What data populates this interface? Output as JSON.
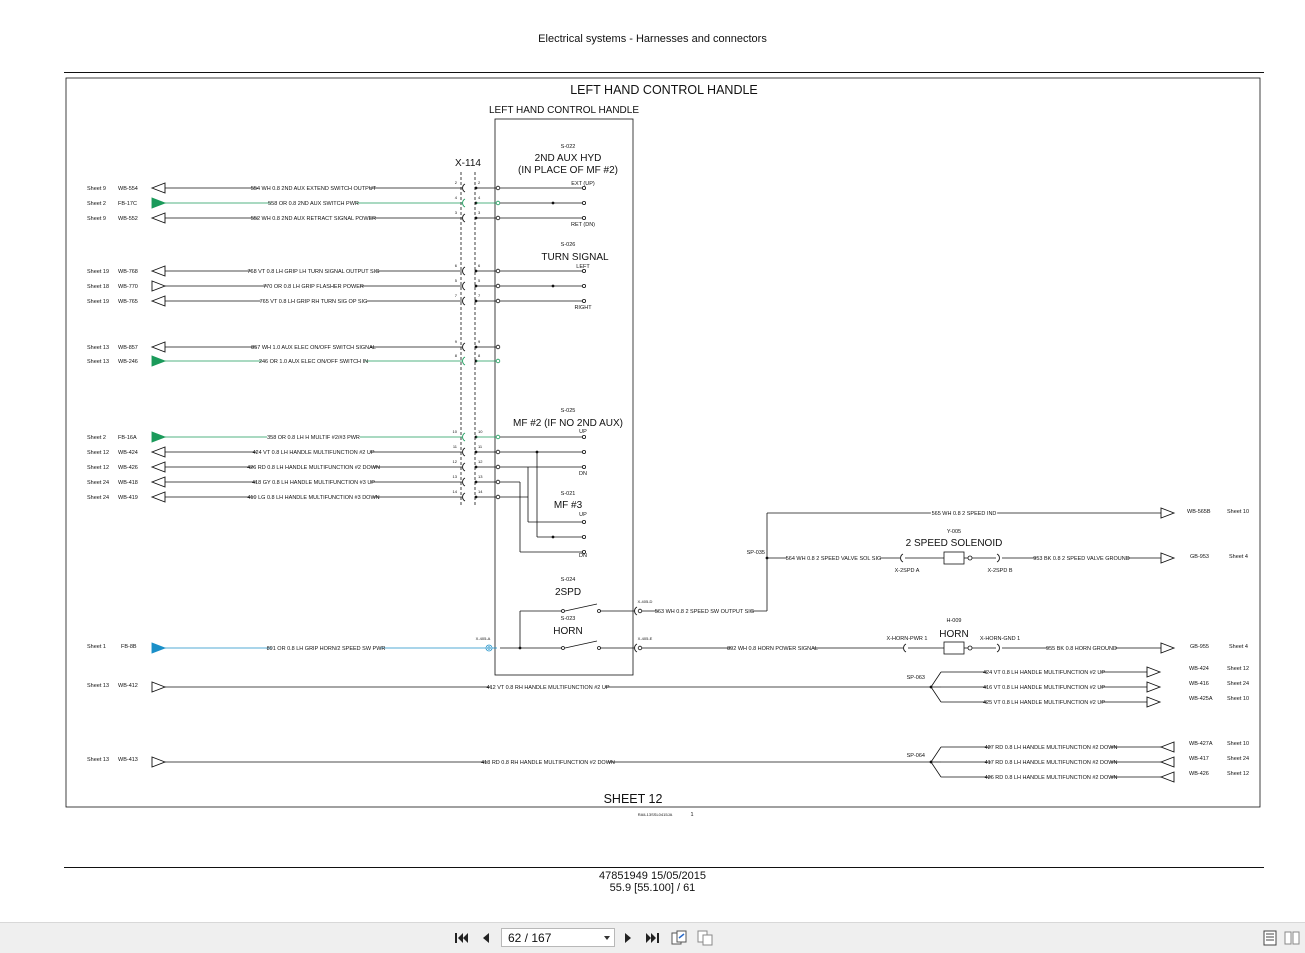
{
  "header": {
    "title": "Electrical systems - Harnesses and connectors"
  },
  "diagram": {
    "title": "LEFT HAND CONTROL HANDLE",
    "box_title": "LEFT HAND CONTROL HANDLE",
    "sheet": "SHEET 12",
    "drawing_code": "RAIL13SSL0415JA",
    "drawing_rev": "1",
    "connector": "X-114",
    "switches": [
      {
        "id": "S-022",
        "name1": "2ND AUX HYD",
        "name2": "(IN PLACE OF MF #2)",
        "labels": [
          "EXT (UP)",
          "RET (DN)"
        ]
      },
      {
        "id": "S-026",
        "name1": "TURN SIGNAL",
        "labels": [
          "LEFT",
          "RIGHT"
        ]
      },
      {
        "id": "S-025",
        "name1": "MF #2 (IF NO 2ND AUX)",
        "labels": [
          "UP",
          "DN"
        ]
      },
      {
        "id": "S-021",
        "name1": "MF #3",
        "labels": [
          "UP",
          "DN"
        ]
      },
      {
        "id": "S-024",
        "name1": "2SPD"
      },
      {
        "id": "S-023",
        "name1": "HORN"
      }
    ],
    "left_wires": [
      {
        "sheet": "Sheet 9",
        "ref": "WB-554",
        "label": "554 WH 0.8 2ND AUX EXTEND SWITCH OUTPUT",
        "pins": [
          "2",
          "2"
        ],
        "color": "#111",
        "arrow": "out"
      },
      {
        "sheet": "Sheet 2",
        "ref": "FB-17C",
        "label": "558 OR 0.8 2ND AUX SWITCH PWR",
        "pins": [
          "4",
          "4"
        ],
        "color": "#1a9a5a",
        "arrow": "in"
      },
      {
        "sheet": "Sheet 9",
        "ref": "WB-552",
        "label": "552 WH 0.8 2ND AUX RETRACT SIGNAL POWER",
        "pins": [
          "3",
          "3"
        ],
        "color": "#111",
        "arrow": "out"
      },
      {
        "sheet": "Sheet 19",
        "ref": "WB-768",
        "label": "768 VT 0.8 LH GRIP LH TURN SIGNAL OUTPUT SIG",
        "pins": [
          "6",
          "6"
        ],
        "color": "#111",
        "arrow": "out"
      },
      {
        "sheet": "Sheet 18",
        "ref": "WB-770",
        "label": "770 OR 0.8 LH GRIP FLASHER POWER",
        "pins": [
          "5",
          "5"
        ],
        "color": "#111",
        "arrow": "in"
      },
      {
        "sheet": "Sheet 19",
        "ref": "WB-765",
        "label": "765 VT 0.8 LH GRIP RH TURN SIG OP SIG",
        "pins": [
          "7",
          "7"
        ],
        "color": "#111",
        "arrow": "out"
      },
      {
        "sheet": "Sheet 13",
        "ref": "WB-857",
        "label": "857 WH 1.0 AUX ELEC ON/OFF SWITCH SIGNAL",
        "pins": [
          "9",
          "9"
        ],
        "color": "#111",
        "arrow": "out"
      },
      {
        "sheet": "Sheet 13",
        "ref": "WB-246",
        "label": "246 OR 1.0 AUX ELEC ON/OFF SWITCH IN",
        "pins": [
          "8",
          "8"
        ],
        "color": "#1a9a5a",
        "arrow": "in"
      },
      {
        "sheet": "Sheet 2",
        "ref": "FB-16A",
        "label": "358 OR 0.8 LH H MULTIF #2/#3 PWR",
        "pins": [
          "10",
          "10"
        ],
        "color": "#1a9a5a",
        "arrow": "in"
      },
      {
        "sheet": "Sheet 12",
        "ref": "WB-424",
        "label": "424 VT 0.8 LH HANDLE MULTIFUNCTION #2 UP",
        "pins": [
          "11",
          "11"
        ],
        "color": "#111",
        "arrow": "out"
      },
      {
        "sheet": "Sheet 12",
        "ref": "WB-426",
        "label": "426 RD 0.8 LH HANDLE MULTIFUNCTION #2 DOWN",
        "pins": [
          "12",
          "12"
        ],
        "color": "#111",
        "arrow": "out"
      },
      {
        "sheet": "Sheet 24",
        "ref": "WB-418",
        "label": "418 GY 0.8 LH HANDLE MULTIFUNCTION #3 UP",
        "pins": [
          "13",
          "13"
        ],
        "color": "#111",
        "arrow": "out"
      },
      {
        "sheet": "Sheet 24",
        "ref": "WB-419",
        "label": "419 LG 0.8 LH HANDLE MULTIFUNCTION #3 DOWN",
        "pins": [
          "14",
          "14"
        ],
        "color": "#111",
        "arrow": "out"
      }
    ],
    "horn_feed": {
      "sheet": "Sheet 1",
      "ref": "FB-8B",
      "label": "891 OR 0.8 LH GRIP HORN/2 SPEED SW PWR",
      "conn": "X-405-A",
      "color": "#1a8fc8"
    },
    "rh_up": {
      "sheet": "Sheet 13",
      "ref": "WB-412",
      "label": "412 VT 0.8 RH HANDLE MULTIFUNCTION #2 UP"
    },
    "rh_down": {
      "sheet": "Sheet 13",
      "ref": "WB-413",
      "label": "413 RD 0.8 RH HANDLE MULTIFUNCTION #2 DOWN"
    },
    "spd_out": {
      "conn": "X-405-D",
      "label": "563 WH 0.8 2 SPEED SW OUTPUT SIG"
    },
    "horn_out": {
      "conn": "X-405-E",
      "label": "892 WH 0.8 HORN POWER SIGNAL"
    },
    "splices": {
      "sp035": "SP-035",
      "sp063": "SP-063",
      "sp064": "SP-064"
    },
    "ind": {
      "label": "565 WH 0.8 2 SPEED IND",
      "ref": "WB-565B",
      "sheet": "Sheet 10"
    },
    "solenoid": {
      "id": "Y-005",
      "name": "2 SPEED SOLENOID",
      "in_label": "564 WH 0.8 2 SPEED VALVE SOL SIG",
      "out_label": "953 BK 0.8 2 SPEED VALVE GROUND",
      "conn_a": "X-2SPD A",
      "conn_b": "X-2SPD B",
      "ref": "GB-953",
      "sheet": "Sheet 4"
    },
    "horn": {
      "id": "H-009",
      "name": "HORN",
      "pwr": "X-HORN-PWR 1",
      "gnd": "X-HORN-GND 1",
      "out_label": "955 BK 0.8 HORN GROUND",
      "ref": "GB-955",
      "sheet": "Sheet 4"
    },
    "right_up": [
      {
        "label": "424 VT 0.8 LH HANDLE MULTIFUNCTION #2 UP",
        "ref": "WB-424",
        "sheet": "Sheet 12"
      },
      {
        "label": "416 VT 0.8 LH HANDLE MULTIFUNCTION #2 UP",
        "ref": "WB-416",
        "sheet": "Sheet 24"
      },
      {
        "label": "425 VT 0.8 LH HANDLE MULTIFUNCTION #2 UP",
        "ref": "WB-425A",
        "sheet": "Sheet 10"
      }
    ],
    "right_down": [
      {
        "label": "427 RD 0.8 LH HANDLE MULTIFUNCTION #2 DOWN",
        "ref": "WB-427A",
        "sheet": "Sheet 10"
      },
      {
        "label": "417 RD 0.8 LH HANDLE MULTIFUNCTION #2 DOWN",
        "ref": "WB-417",
        "sheet": "Sheet 24"
      },
      {
        "label": "426 RD 0.8 LH HANDLE MULTIFUNCTION #2 DOWN",
        "ref": "WB-426",
        "sheet": "Sheet 12"
      }
    ]
  },
  "footer": {
    "line1": "47851949 15/05/2015",
    "line2": "55.9 [55.100] / 61"
  },
  "toolbar": {
    "page_value": "62 / 167"
  }
}
